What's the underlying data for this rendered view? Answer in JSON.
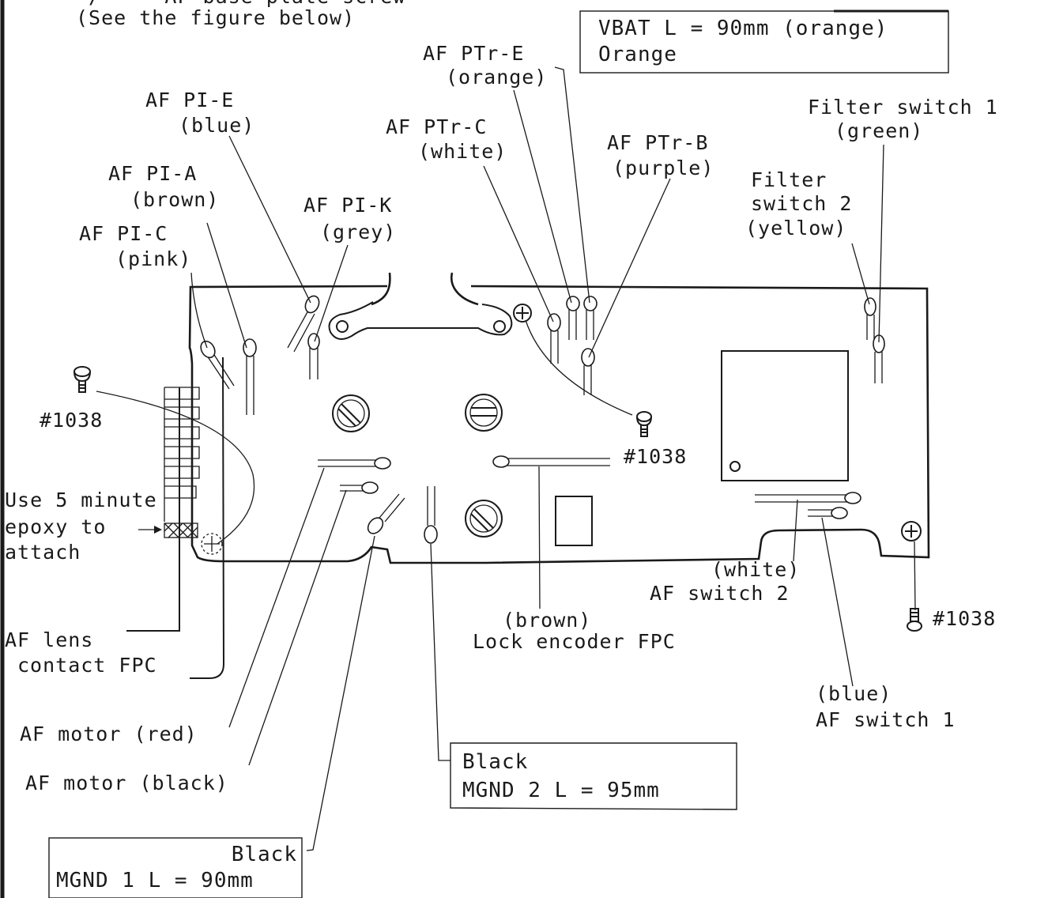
{
  "header": {
    "line1": "·/···· AF base plate screw",
    "line2": "(See the figure below)"
  },
  "labels": {
    "af_pi_e": [
      "AF PI-E",
      "(blue)"
    ],
    "af_pi_a": [
      "AF PI-A",
      "(brown)"
    ],
    "af_pi_c": [
      "AF PI-C",
      "(pink)"
    ],
    "af_pi_k": [
      "AF PI-K",
      "(grey)"
    ],
    "af_ptr_e": [
      "AF PTr-E",
      "(orange)"
    ],
    "af_ptr_c": [
      "AF PTr-C",
      "(white)"
    ],
    "af_ptr_b": [
      "AF PTr-B",
      "(purple)"
    ],
    "filter_switch_1": [
      "Filter switch 1",
      "(green)"
    ],
    "filter_switch_2": [
      "Filter",
      "switch 2",
      "(yellow)"
    ],
    "screw_left": "#1038",
    "screw_mid": "#1038",
    "screw_right": "#1038",
    "epoxy_note": [
      "Use 5 minute",
      "epoxy to",
      "attach"
    ],
    "af_lens_fpc": [
      "AF lens",
      "contact FPC"
    ],
    "af_motor_red": "AF motor (red)",
    "af_motor_black": "AF motor (black)",
    "lock_encoder": [
      "(brown)",
      "Lock encoder FPC"
    ],
    "af_switch_2": [
      "(white)",
      "AF switch 2"
    ],
    "af_switch_1": [
      "(blue)",
      "AF switch 1"
    ]
  },
  "boxes": {
    "vbat": [
      "VBAT  L = 90mm (orange)",
      "Orange"
    ],
    "mgnd2": [
      "Black",
      "MGND 2   L = 95mm"
    ],
    "mgnd1": [
      "Black",
      "MGND 1  L = 90mm"
    ]
  }
}
